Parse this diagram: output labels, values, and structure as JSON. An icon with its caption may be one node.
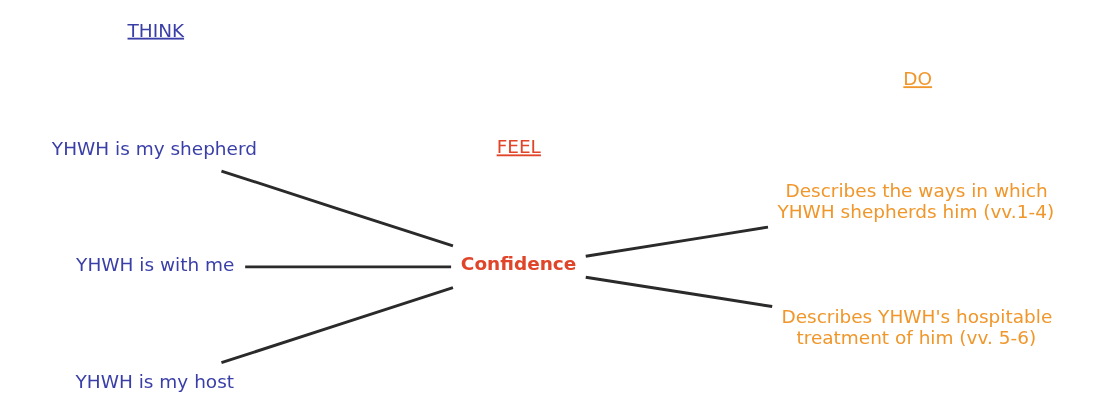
{
  "diagram": {
    "nodes": [
      {
        "text": [
          "YHWH is my shepherd"
        ]
      },
      {
        "text": [
          "YHWH is with me"
        ]
      },
      {
        "text": [
          "YHWH is my host"
        ]
      },
      {
        "text": [
          "Confidence"
        ]
      },
      {
        "text": [
          "Describes the ways in which YHWH shepherds him (vv.1-4)"
        ]
      },
      {
        "text": [
          "Describes YHWH's hospitable treatment of him (vv. 5-6)"
        ]
      }
    ],
    "edges": [
      {
        "from": 0,
        "to": 3,
        "arrow": "none"
      },
      {
        "from": 1,
        "to": 3,
        "arrow": "none"
      },
      {
        "from": 2,
        "to": 3,
        "arrow": "none"
      },
      {
        "from": 3,
        "to": 4,
        "arrow": "none"
      },
      {
        "from": 3,
        "to": 5,
        "arrow": "none"
      }
    ],
    "labels": [
      "THINK",
      "FEEL",
      "DO"
    ]
  }
}
